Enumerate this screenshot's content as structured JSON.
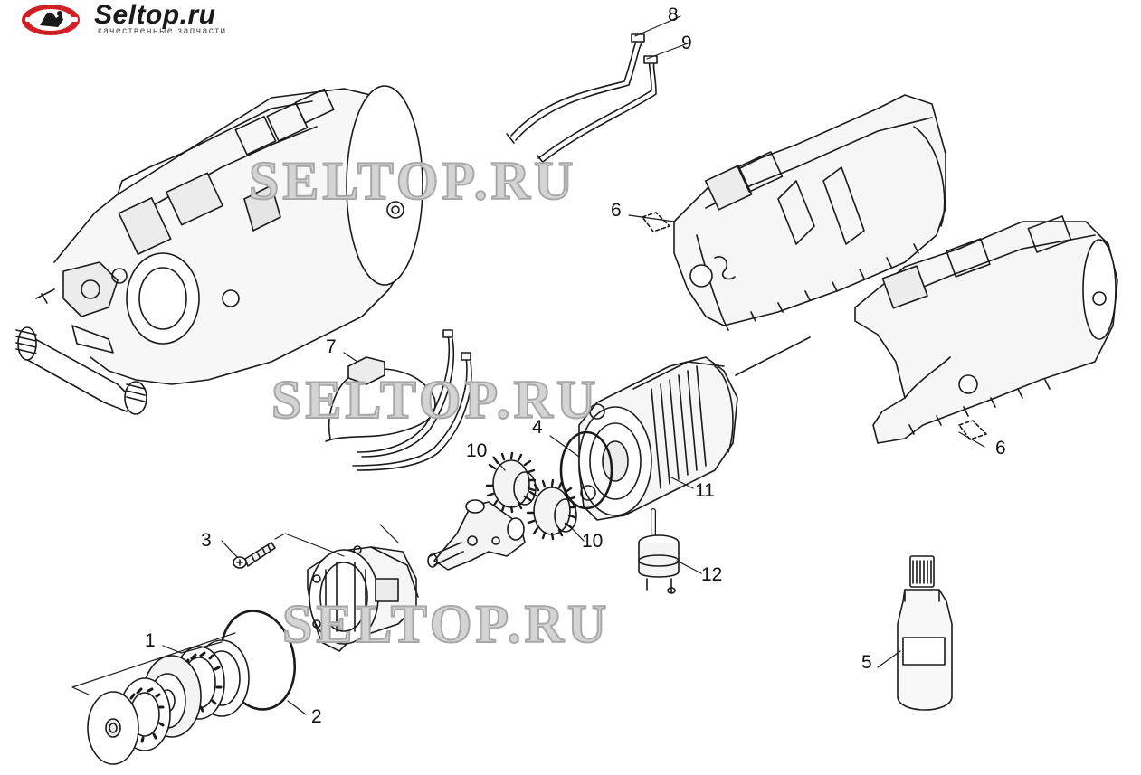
{
  "logo": {
    "title": "Seltop.ru",
    "subtitle": "качественные запчасти",
    "icon": "wrench-fist-logo-icon",
    "accent_color": "#d21f26"
  },
  "watermark_text": "SELTOP.RU",
  "callouts": [
    "1",
    "2",
    "3",
    "4",
    "5",
    "6",
    "6",
    "7",
    "8",
    "9",
    "10",
    "10",
    "11",
    "12"
  ],
  "colors": {
    "line": "#1a1a1a",
    "part_fill": "#f4f4f4",
    "watermark_fill": "#d4d4d4",
    "watermark_stroke": "#a8a8a8"
  }
}
